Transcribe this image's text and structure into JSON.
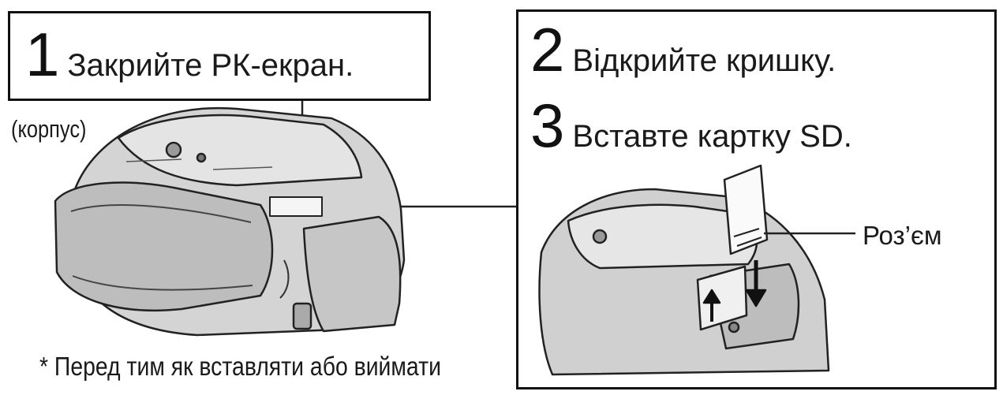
{
  "steps": [
    {
      "number": "1",
      "text": "Закрийте РК-екран."
    },
    {
      "number": "2",
      "text": "Відкрийте кришку."
    },
    {
      "number": "3",
      "text": "Вставте картку SD."
    }
  ],
  "labels": {
    "body": "(корпус)",
    "connector": "Роз’єм"
  },
  "footnote": "* Перед тим як вставляти або виймати",
  "illustrations": {
    "camcorder": "camcorder-illustration",
    "sd_card_slot": "sd-card-insertion-illustration"
  }
}
